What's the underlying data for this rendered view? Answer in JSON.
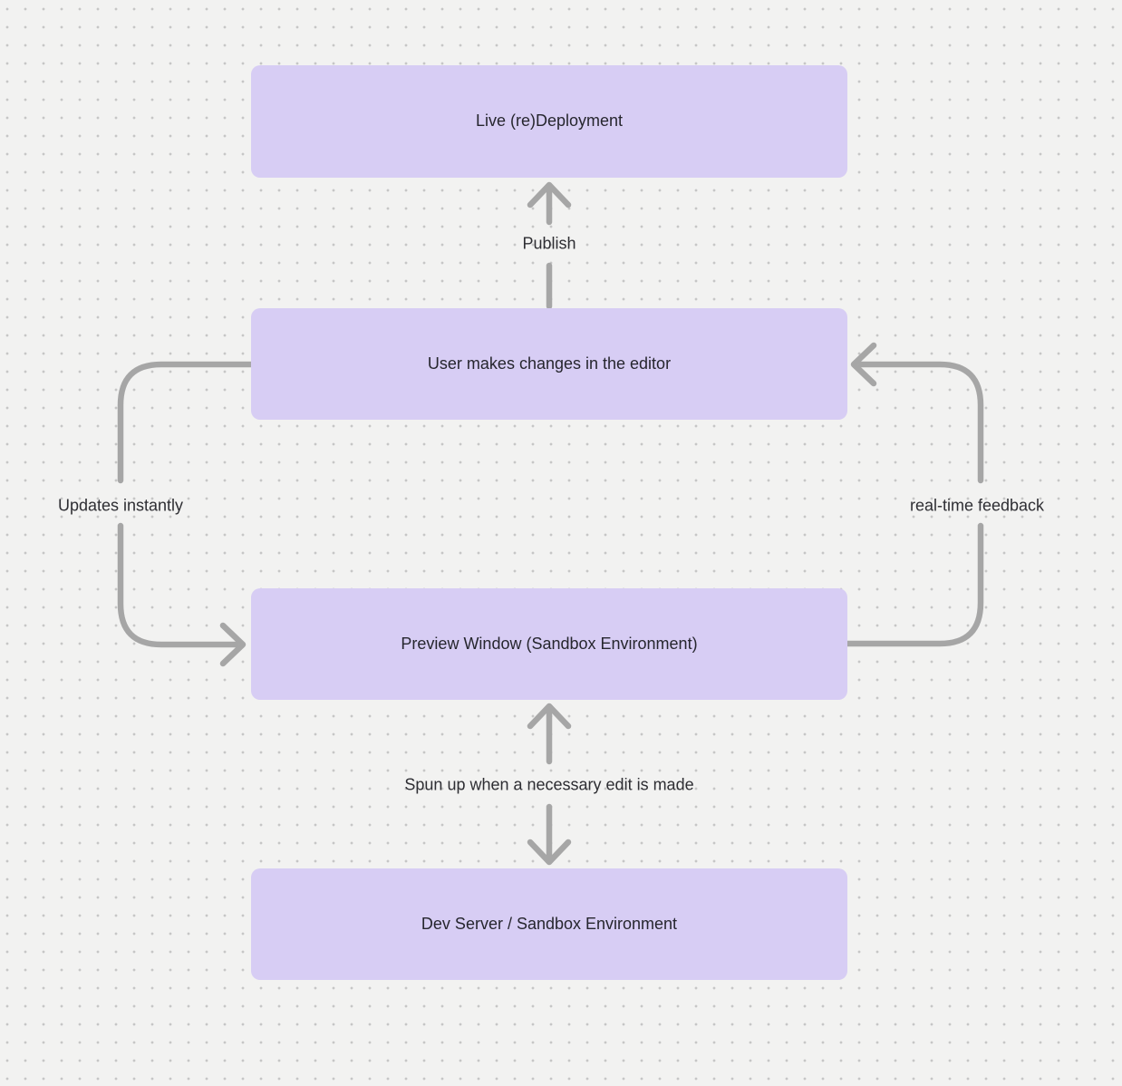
{
  "diagram": {
    "nodes": [
      {
        "id": "live-redeployment",
        "label": "Live (re)Deployment"
      },
      {
        "id": "user-changes",
        "label": "User makes changes in the editor"
      },
      {
        "id": "preview-window",
        "label": "Preview Window (Sandbox Environment)"
      },
      {
        "id": "dev-server",
        "label": "Dev Server / Sandbox Environment"
      }
    ],
    "edges": [
      {
        "id": "publish",
        "label": "Publish",
        "from": "user-changes",
        "to": "live-redeployment",
        "style": "straight-up-arrow"
      },
      {
        "id": "updates-instantly",
        "label": "Updates instantly",
        "from": "user-changes",
        "to": "preview-window",
        "style": "left-loop-arrow"
      },
      {
        "id": "realtime-feedback",
        "label": "real-time feedback",
        "from": "preview-window",
        "to": "user-changes",
        "style": "right-loop-arrow"
      },
      {
        "id": "spun-up",
        "label": "Spun up when a necessary edit is made",
        "from": "preview-window",
        "to": "dev-server",
        "style": "bidirectional-arrow"
      }
    ],
    "colors": {
      "background": "#f2f2f1",
      "dot": "#c6c6c6",
      "node_fill": "#d7cdf4",
      "node_text": "#26262e",
      "arrow": "#a6a6a6",
      "label_text": "#2e2e33"
    }
  }
}
